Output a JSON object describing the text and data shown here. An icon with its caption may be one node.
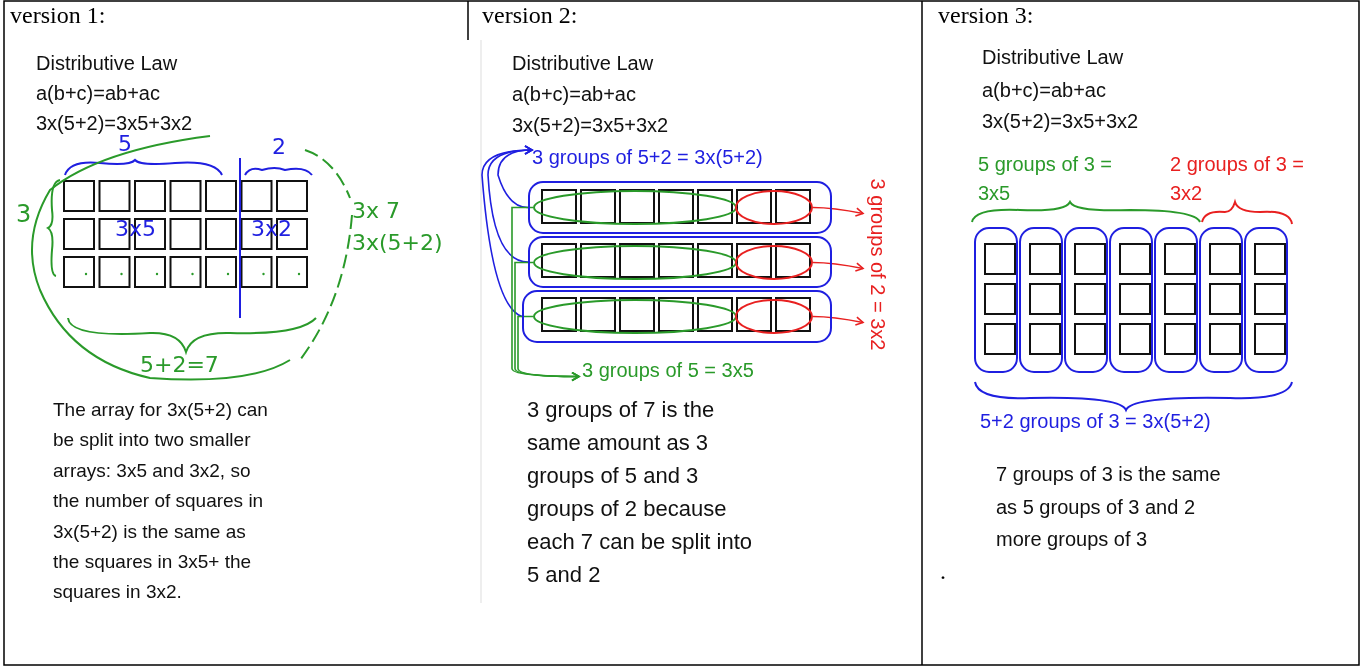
{
  "diagram": {
    "nodes": [
      {
        "text": [
          "3 groups of 5+2 = 3x(5+2)"
        ]
      },
      {
        "text": [],
        "shape": "box"
      },
      {
        "text": [],
        "shape": "box"
      },
      {
        "text": [],
        "shape": "box"
      },
      {
        "text": [],
        "shape": "ellipse",
        "in": 1
      },
      {
        "text": [],
        "shape": "ellipse",
        "in": 2
      },
      {
        "text": [],
        "shape": "ellipse",
        "in": 3
      },
      {
        "text": [],
        "shape": "ellipse",
        "in": 1
      },
      {
        "text": [],
        "shape": "ellipse",
        "in": 2
      },
      {
        "text": [],
        "shape": "ellipse",
        "in": 3
      },
      {
        "text": [
          "3 groups of 5 = 3x5"
        ]
      },
      {
        "text": [
          "3 groups of 2 = 3x2"
        ]
      }
    ],
    "edges": [
      {
        "from": 1,
        "to": 0,
        "arrow": "to",
        "color": "#1f1fe0"
      },
      {
        "from": 2,
        "to": 0,
        "arrow": "to",
        "color": "#1f1fe0"
      },
      {
        "from": 3,
        "to": 0,
        "arrow": "to",
        "color": "#1f1fe0"
      },
      {
        "from": 4,
        "to": 10,
        "arrow": "to",
        "color": "#2a9a2a"
      },
      {
        "from": 5,
        "to": 10,
        "arrow": "to",
        "color": "#2a9a2a"
      },
      {
        "from": 6,
        "to": 10,
        "arrow": "to",
        "color": "#2a9a2a"
      },
      {
        "from": 7,
        "to": 11,
        "arrow": "to",
        "color": "#e82020"
      },
      {
        "from": 8,
        "to": 11,
        "arrow": "to",
        "color": "#e82020"
      },
      {
        "from": 9,
        "to": 11,
        "arrow": "to",
        "color": "#e82020"
      }
    ],
    "labels": [
      "version 1:",
      "Distributive Law",
      "a(b+c)=ab+ac",
      "3x(5+2)=3x5+3x2",
      "5",
      "2",
      "3",
      "3x5",
      "3x2",
      "3x 7",
      "3x(5+2)",
      "5+2=7",
      "The array for 3x(5+2) can be split into two smaller arrays: 3x5 and 3x2, so the number of squares in 3x(5+2) is the same as the squares in 3x5+ the squares in 3x2.",
      "version 2:",
      "Distributive Law",
      "a(b+c)=ab+ac",
      "3x(5+2)=3x5+3x2",
      "3 groups of 7 is the same amount as 3 groups of 5 and 3 groups of 2 because each 7 can be split into 5 and 2",
      "version 3:",
      "Distributive Law",
      "a(b+c)=ab+ac",
      "3x(5+2)=3x5+3x2",
      "5 groups of 3 = 3x5",
      "2 groups of 3 = 3x2",
      "5+2 groups of 3 = 3x(5+2)",
      "7 groups of 3 is the same as 5 groups of 3 and 2 more groups of 3",
      "."
    ]
  }
}
